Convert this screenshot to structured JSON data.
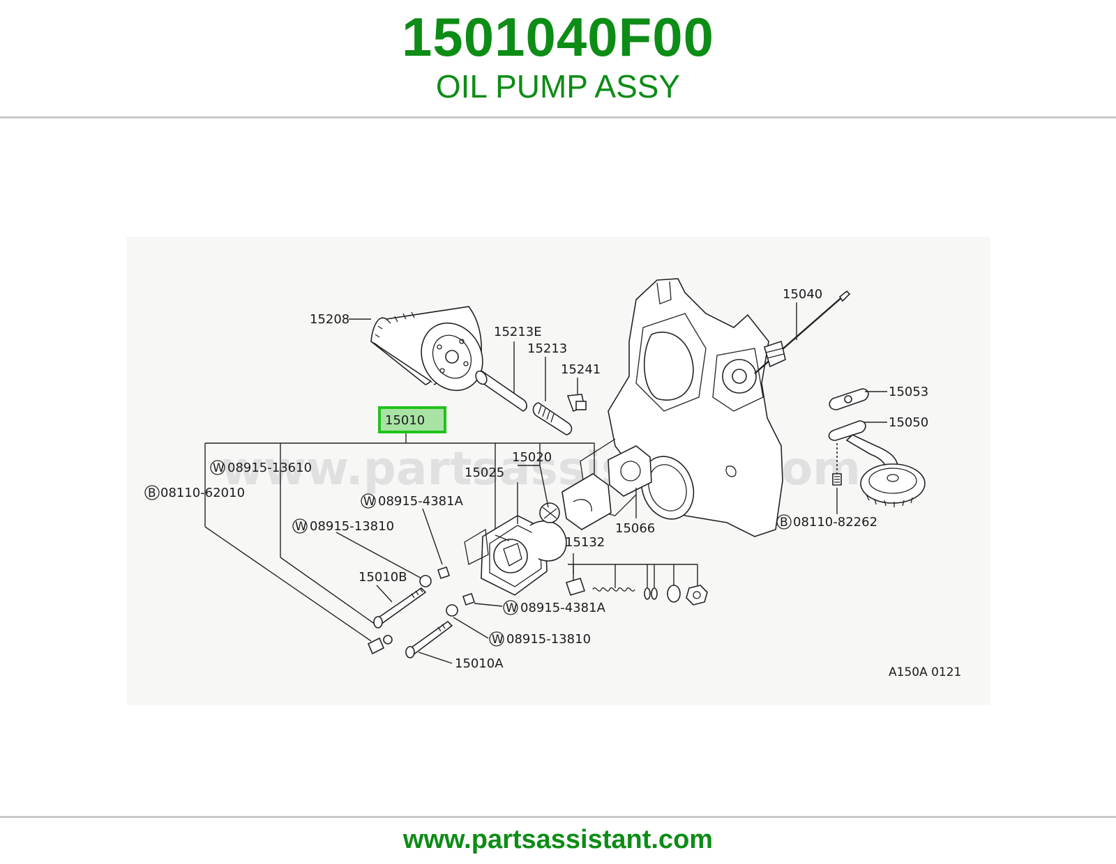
{
  "header": {
    "part_number": "1501040F00",
    "part_name": "OIL PUMP ASSY"
  },
  "diagram": {
    "watermark": "www.partsassistant.com",
    "reference_code": "A150A 0121",
    "highlighted_part": "15010",
    "highlight_color": "#22c21e",
    "labels": {
      "p15208": "15208",
      "p15213E": "15213E",
      "p15213": "15213",
      "p15241": "15241",
      "p15040": "15040",
      "p15053": "15053",
      "p15050": "15050",
      "p15010": "15010",
      "p15020": "15020",
      "p15025": "15025",
      "p15066": "15066",
      "p15132": "15132",
      "p15010B": "15010B",
      "p15010A": "15010A",
      "w0891513610": "08915-13610",
      "b0811062010": "08110-62010",
      "w089154381A_1": "08915-4381A",
      "w0891513810_1": "08915-13810",
      "w089154381A_2": "08915-4381A",
      "w0891513810_2": "08915-13810",
      "b0811082262": "08110-82262"
    },
    "circle_marks": {
      "w": "W",
      "b": "B"
    }
  },
  "footer": {
    "url": "www.partsassistant.com"
  }
}
